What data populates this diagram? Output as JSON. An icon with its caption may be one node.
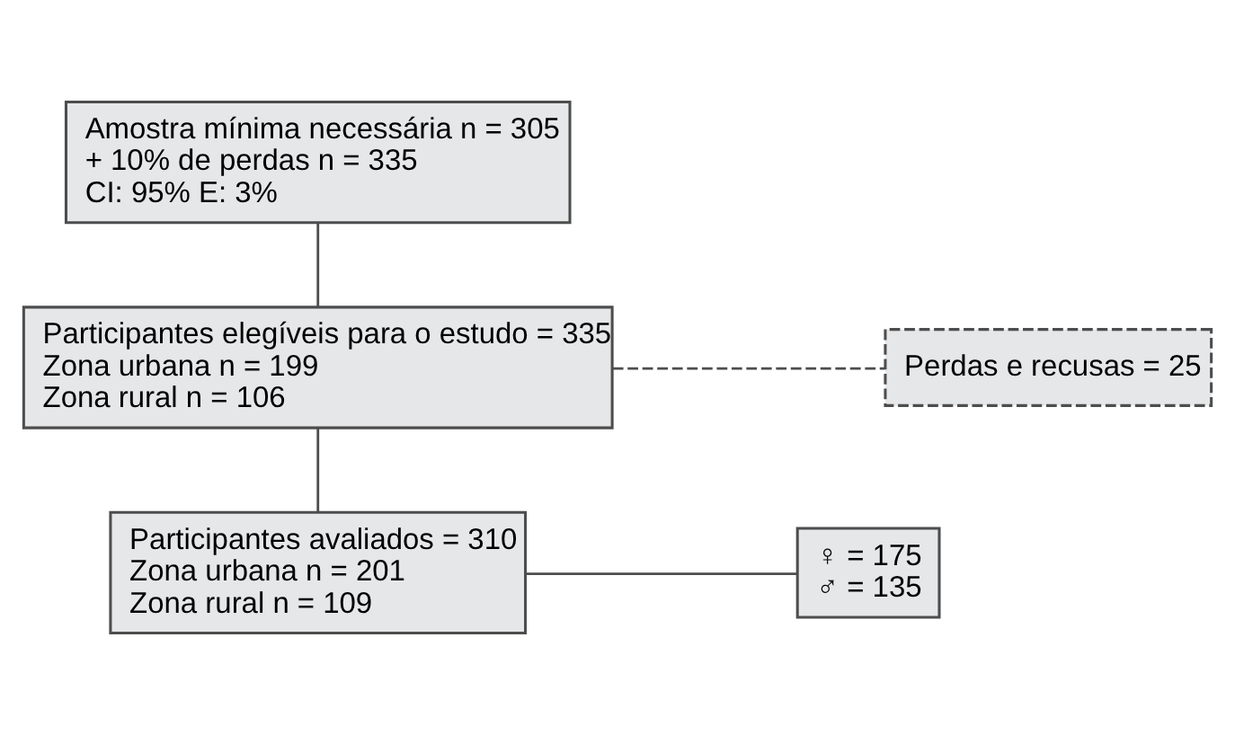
{
  "diagram": {
    "nodes": [
      {
        "text": [
          "Amostra mínima necessária n = 305",
          "+ 10% de perdas n = 335",
          "CI: 95% E: 3%"
        ]
      },
      {
        "text": [
          "Participantes elegíveis para o estudo = 335",
          "Zona urbana n = 199",
          "Zona rural n = 106"
        ]
      },
      {
        "text": [
          "Participantes avaliados = 310",
          "Zona urbana n = 201",
          "Zona rural n = 109"
        ]
      },
      {
        "text": [
          "Perdas e recusas = 25"
        ]
      },
      {
        "text": [
          "♀ = 175",
          "♂ = 135"
        ]
      }
    ],
    "edges": [
      {
        "from": 0,
        "to": 1,
        "arrow": "none"
      },
      {
        "from": 1,
        "to": 2,
        "arrow": "none"
      },
      {
        "from": 1,
        "to": 3,
        "arrow": "none",
        "style": "dashed"
      },
      {
        "from": 2,
        "to": 4,
        "arrow": "none"
      }
    ]
  }
}
